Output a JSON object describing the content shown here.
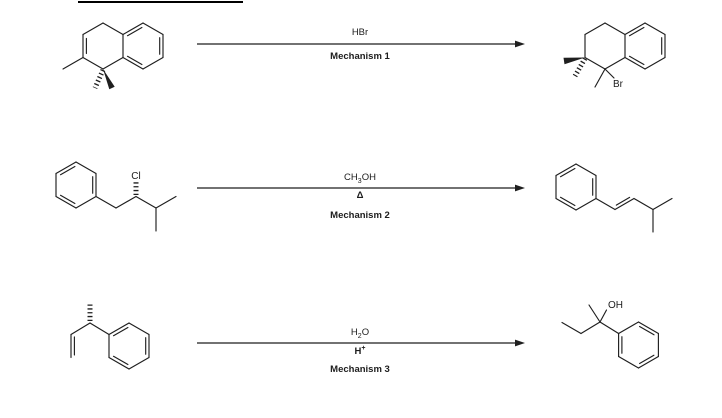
{
  "colors": {
    "ink": "#1f1f1f",
    "background": "#ffffff"
  },
  "reactions": [
    {
      "reagent": {
        "pre": "HBr",
        "sub": "",
        "post": ""
      },
      "condition": {
        "pre": "",
        "sub": "",
        "sup": "",
        "post": ""
      },
      "mechanism": "Mechanism 1",
      "product_labels": {
        "br": "Br"
      }
    },
    {
      "reagent": {
        "pre": "CH",
        "sub": "3",
        "post": "OH"
      },
      "condition": {
        "pre": "Δ",
        "sub": "",
        "sup": "",
        "post": ""
      },
      "mechanism": "Mechanism 2",
      "reactant_labels": {
        "cl": "Cl"
      }
    },
    {
      "reagent": {
        "pre": "H",
        "sub": "2",
        "post": "O"
      },
      "condition": {
        "pre": "H",
        "sub": "",
        "sup": "+",
        "post": ""
      },
      "mechanism": "Mechanism 3",
      "product_labels": {
        "oh": "OH"
      }
    }
  ]
}
